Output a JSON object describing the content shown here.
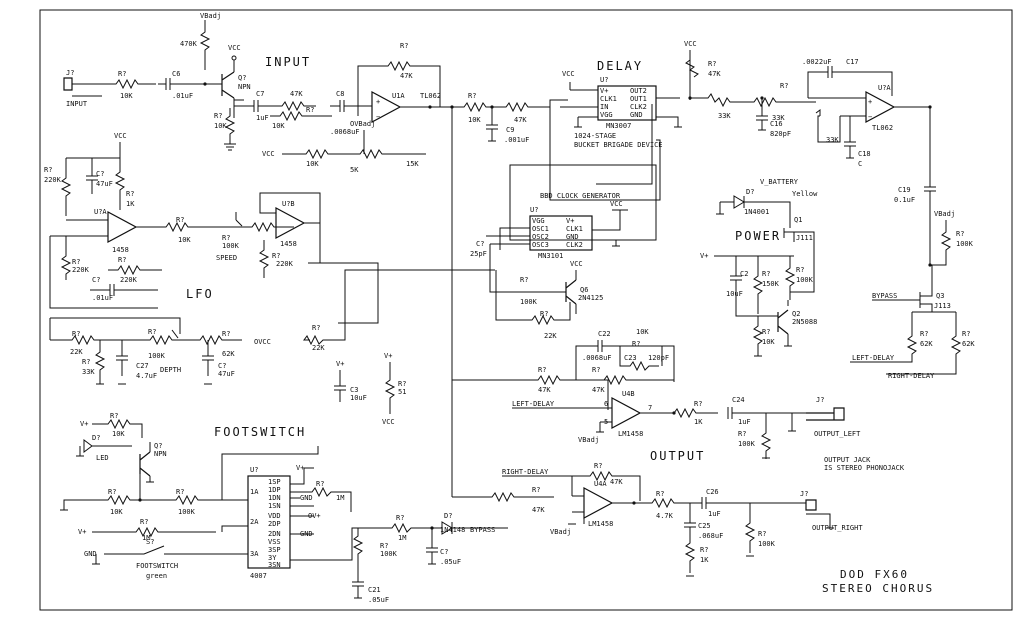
{
  "sections": {
    "input": "INPUT",
    "delay": "DELAY",
    "lfo": "LFO",
    "power": "POWER",
    "footswitch": "FOOTSWITCH",
    "output": "OUTPUT"
  },
  "title": {
    "line1": "DOD FX60",
    "line2": "STEREO CHORUS"
  },
  "chips": {
    "delay_ic": {
      "ref": "U?",
      "part": "MN3007",
      "pins_left": [
        "V+",
        "CLK1",
        "IN",
        "VGG"
      ],
      "pins_right": [
        "OUT2",
        "OUT1",
        "CLK2",
        "GND"
      ],
      "desc1": "1024-STAGE",
      "desc2": "BUCKET BRIGADE DEVICE"
    },
    "clock_ic": {
      "ref": "U?",
      "part": "MN3101",
      "title": "BBD CLOCK GENERATOR",
      "pins_left": [
        "VGG",
        "OSC1",
        "OSC2",
        "OSC3"
      ],
      "pins_right": [
        "V+",
        "CLK1",
        "GND",
        "CLK2"
      ]
    },
    "cmos": {
      "ref": "U?",
      "part": "4007",
      "pins_left": [
        "1A",
        "2A",
        "3A"
      ],
      "pins_right": [
        "1SP",
        "1DP",
        "1DN",
        "1SN",
        "VDD",
        "2DP",
        "2DN",
        "VSS",
        "3SP",
        "3Y",
        "3SN"
      ]
    }
  },
  "labels": {
    "vbadj_top": "VBadj",
    "r470k": "470K",
    "vcc": "VCC",
    "jack_in": "J?",
    "input_txt": "INPUT",
    "r_in": "R?",
    "r10k_a": "10K",
    "c6": "C6",
    "c6v": ".01uF",
    "q_npn": "Q?",
    "npn": "NPN",
    "c7": "C7",
    "c7v": "1uF",
    "r10k_b": "10K",
    "r47k_a": "47K",
    "r10k_c": "10K",
    "c8": "C8",
    "c8v": ".0068uF",
    "u1a": "U1A",
    "tl062_a": "TL062",
    "r47k_fb": "47K",
    "ovbadj": "OVBadj",
    "vcc_bias": "VCC",
    "r10k_d": "10K",
    "r5k": "5K",
    "r15k": "15K",
    "r10k_e": "10K",
    "r47k_b": "47K",
    "c9": "C9",
    "c9v": ".001uF",
    "r47k_c": "47K",
    "r33k_a": "33K",
    "r33k_b": "33K",
    "r33k_c": "33K",
    "c16": "C16",
    "c16v": "820pF",
    "c17v": ".0022uF",
    "c17": "C17",
    "u2a": "U?A",
    "tl062_b": "TL062",
    "c18": "C18",
    "c18v": "C",
    "c19": "C19",
    "c19v": "0.1uF",
    "vbadj_r": "VBadj",
    "r100k_r": "100K",
    "bypass_r": "BYPASS",
    "q3": "Q3",
    "j113": "J113",
    "r62k_a": "62K",
    "r62k_b": "62K",
    "left_delay_r": "LEFT-DELAY",
    "right_delay_r": "RIGHT-DELAY",
    "r220k_a": "220K",
    "c47u": "47uF",
    "r1k": "1K",
    "u_lfo_a": "U?A",
    "ic1458_a": "1458",
    "r10k_lfo": "10K",
    "r100k_speed": "100K",
    "speed": "SPEED",
    "u_lfo_b": "U?B",
    "ic1458_b": "1458",
    "r220k_b": "220K",
    "r220k_c": "220K",
    "r220k_d": "220K",
    "c01u": ".01uF",
    "r22k_a": "22K",
    "r22k_b": "22K",
    "r100k_depth": "100K",
    "depth": "DEPTH",
    "r62k_c": "62K",
    "r33k_d": "33K",
    "c27": "C27",
    "c27v": "4.7uF",
    "c47u_b": "47uF",
    "ovcc": "OVCC",
    "r22k_c": "22K",
    "c3": "C3",
    "c3v": "10uF",
    "r51": "51",
    "vplus": "V+",
    "c25pf": "25pF",
    "q6": "Q6",
    "q6p": "2N4125",
    "r100k_q6": "100K",
    "r22k_q6": "22K",
    "v_battery": "V_BATTERY",
    "yellow": "Yellow",
    "d_pw": "D?",
    "d_1n4001": "1N4001",
    "q1": "Q1",
    "j111": "J111",
    "c2": "C2",
    "c2v": "10uF",
    "r150k": "150K",
    "r100k_pw": "100K",
    "q2": "Q2",
    "q2p": "2N5088",
    "r10k_pw": "10K",
    "c22": "C22",
    "c22v": ".0068uF",
    "r10k_out": "10K",
    "c23": "C23",
    "c23v": "120pF",
    "r47k_out1": "47K",
    "r47k_out2": "47K",
    "left_delay": "LEFT-DELAY",
    "u4b": "U4B",
    "lm1458_a": "LM1458",
    "vbadj_o1": "VBadj",
    "r1k_o": "1K",
    "c24": "C24",
    "c24v": "1uF",
    "r100k_o1": "100K",
    "out_left": "OUTPUT_LEFT",
    "jack_note1": "OUTPUT JACK",
    "jack_note2": "IS STEREO PHONOJACK",
    "right_delay": "RIGHT-DELAY",
    "r47k_o3": "47K",
    "r47k_o4": "47K",
    "u4a": "U4A",
    "lm1458_b": "LM1458",
    "vbadj_o2": "VBadj",
    "r4k7": "4.7K",
    "c26": "C26",
    "c26v": "1uF",
    "c25": "C25",
    "c25v": ".068uF",
    "r1k_o2": "1K",
    "r100k_o2": "100K",
    "out_right": "OUTPUT_RIGHT",
    "jack_o": "J?",
    "vplus_fs1": "V+",
    "r10k_fs1": "10K",
    "d_led": "D?",
    "led": "LED",
    "q_fs": "Q?",
    "npn_fs": "NPN",
    "r10k_fs2": "10K",
    "r100k_fs": "100K",
    "vplus_fs2": "V+",
    "r1m_fs": "1M",
    "gnd_fs": "GND",
    "s_fs": "S?",
    "footswitch_sw": "FOOTSWITCH",
    "green": "green",
    "r1m_a": "1M",
    "r1m_b": "1M",
    "r100k_fs2": "100K",
    "d_1n4148": "1N4148",
    "d_fs": "D?",
    "bypass_fs": "BYPASS",
    "c_fs": "C?",
    "c_fsv": ".05uF",
    "c21": "C21",
    "c21v": ".05uF",
    "gnd1": "GND",
    "gnd2": "GND",
    "vplus_cm": "V+",
    "ovplus": "OV+",
    "r_generic": "R?",
    "c_generic": "C?"
  }
}
